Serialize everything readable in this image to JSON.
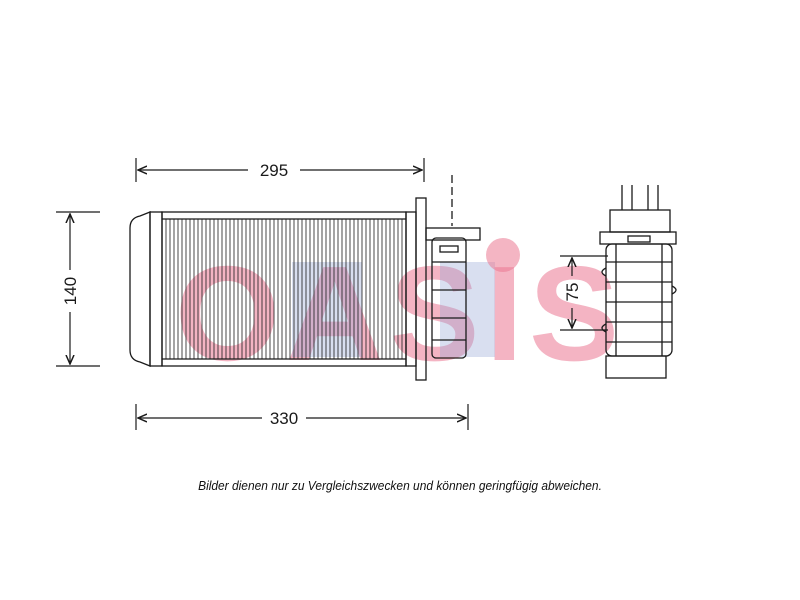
{
  "dimensions": {
    "width_top": "295",
    "width_total": "330",
    "height": "140",
    "side_depth": "75"
  },
  "watermark": {
    "text": "OASIS",
    "colors": [
      "#e06d86",
      "#6d86c8",
      "#e05a7a"
    ]
  },
  "caption": "Bilder dienen nur zu Vergleichszwecken und können geringfügig abweichen.",
  "colors": {
    "line": "#1a1a1a",
    "watermark_red": "#e34a6e",
    "watermark_blue": "#6f86c9"
  }
}
